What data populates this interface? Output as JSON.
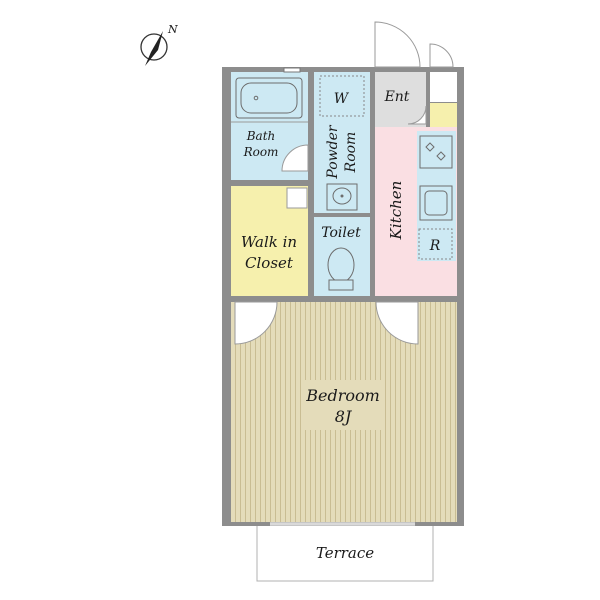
{
  "compass": {
    "label": "N"
  },
  "rooms": {
    "bath": {
      "line1": "Bath",
      "line2": "Room"
    },
    "powder": {
      "line1": "Powder",
      "line2": "Room"
    },
    "washer": {
      "label": "W"
    },
    "entrance": {
      "label": "Ent"
    },
    "kitchen": {
      "label": "Kitchen"
    },
    "fridge": {
      "label": "R"
    },
    "closet": {
      "line1": "Walk in",
      "line2": "Closet"
    },
    "toilet": {
      "label": "Toilet"
    },
    "bedroom": {
      "line1": "Bedroom",
      "line2": "8J"
    },
    "terrace": {
      "label": "Terrace"
    }
  },
  "colors": {
    "bath": "#cde9f3",
    "closet": "#f6f0ad",
    "kitchen": "#fadfe3",
    "entrance": "#dedede",
    "bedroom": "#e2dab8",
    "wall": "#8d8d8d"
  }
}
